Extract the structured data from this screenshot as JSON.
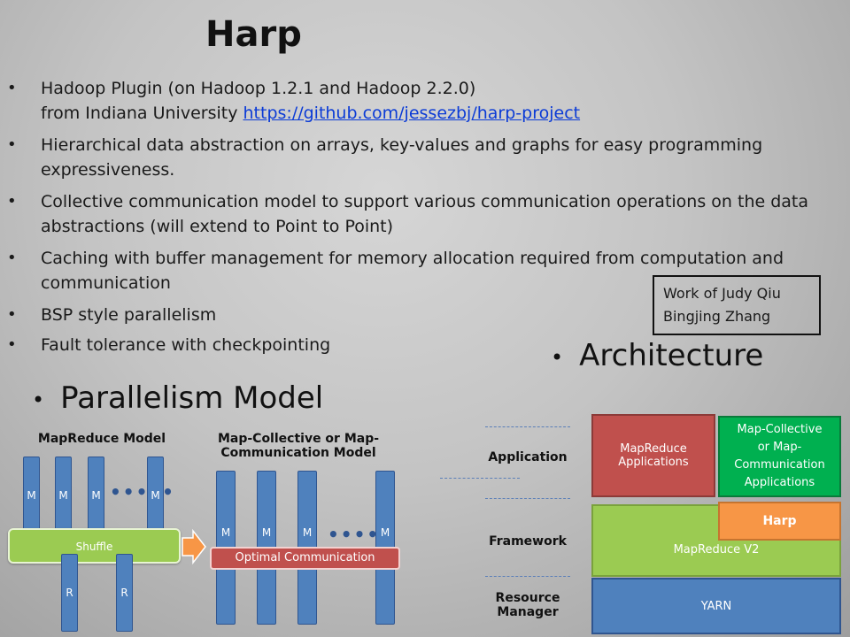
{
  "title": "Harp",
  "bullets": [
    {
      "line1": "Hadoop Plugin (on Hadoop 1.2.1 and Hadoop 2.2.0)",
      "line2_prefix": "from Indiana University ",
      "link": "https://github.com/jessezbj/harp-project"
    },
    {
      "text": "Hierarchical data abstraction on arrays, key-values and graphs for easy programming expressiveness."
    },
    {
      "text": "Collective communication model to support various communication operations on the data abstractions (will extend to Point to Point)"
    },
    {
      "text": "Caching with buffer management for memory allocation required from computation and communication"
    },
    {
      "text": "BSP style parallelism"
    },
    {
      "text": "Fault tolerance with checkpointing"
    }
  ],
  "credits": {
    "line1": "Work of Judy Qiu",
    "line2": "Bingjing Zhang"
  },
  "architecture_heading": "Architecture",
  "parallelism_heading": "Parallelism Model",
  "mapreduce_model": {
    "title": "MapReduce  Model",
    "map_label": "M",
    "shuffle_label": "Shuffle",
    "reduce_label": "R"
  },
  "mapcollective_model": {
    "title_line1": "Map-Collective or Map-",
    "title_line2": "Communication  Model",
    "map_label": "M",
    "comm_label": "Optimal Communication"
  },
  "layers": {
    "application": "Application",
    "framework": "Framework",
    "resource_line1": "Resource",
    "resource_line2": "Manager"
  },
  "arch_boxes": {
    "mapreduce_apps_line1": "MapReduce",
    "mapreduce_apps_line2": "Applications",
    "mapcollective_apps_line1": "Map-Collective",
    "mapcollective_apps_line2": "or Map-",
    "mapcollective_apps_line3": "Communication",
    "mapcollective_apps_line4": "Applications",
    "harp": "Harp",
    "mapreduce_v2": "MapReduce V2",
    "yarn": "YARN"
  },
  "colors": {
    "map_blue": "#4f81bd",
    "shuffle_green": "#9bcb52",
    "comm_red": "#c0504d",
    "harp_orange": "#f79646",
    "mc_apps_green": "#00b050",
    "link_blue": "#0b3bd6"
  }
}
